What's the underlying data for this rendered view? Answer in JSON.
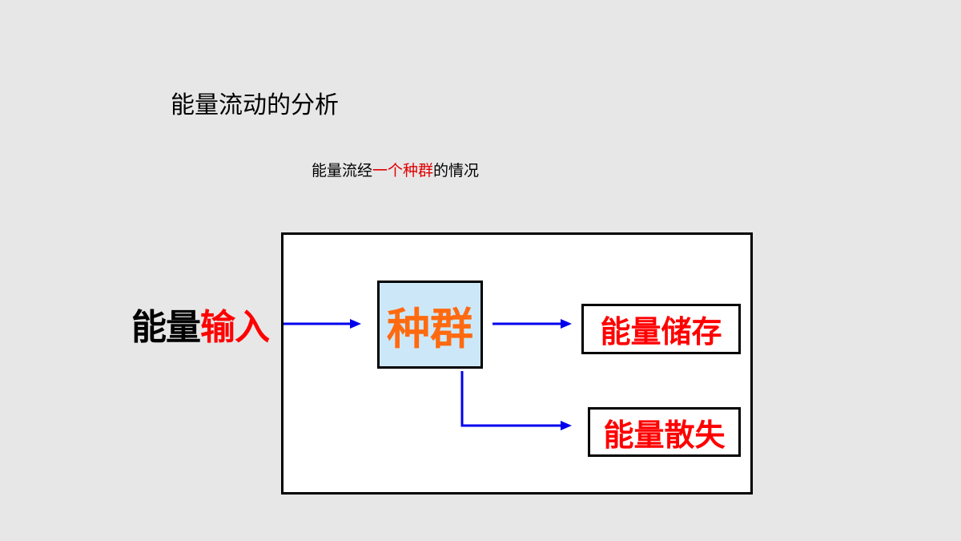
{
  "title": "能量流动的分析",
  "subtitle": {
    "prefix": "能量流经",
    "highlight": "一个种群",
    "suffix": "的情况"
  },
  "diagram": {
    "input_label_black": "能量",
    "input_label_red": "输入",
    "population": "种群",
    "storage": "能量储存",
    "loss": "能量散失"
  },
  "colors": {
    "background": "#e7e7e7",
    "arrow": "#0000ee",
    "highlight_red": "#ff0000",
    "population_text": "#ff6a10",
    "population_fill": "#cce8f8"
  }
}
